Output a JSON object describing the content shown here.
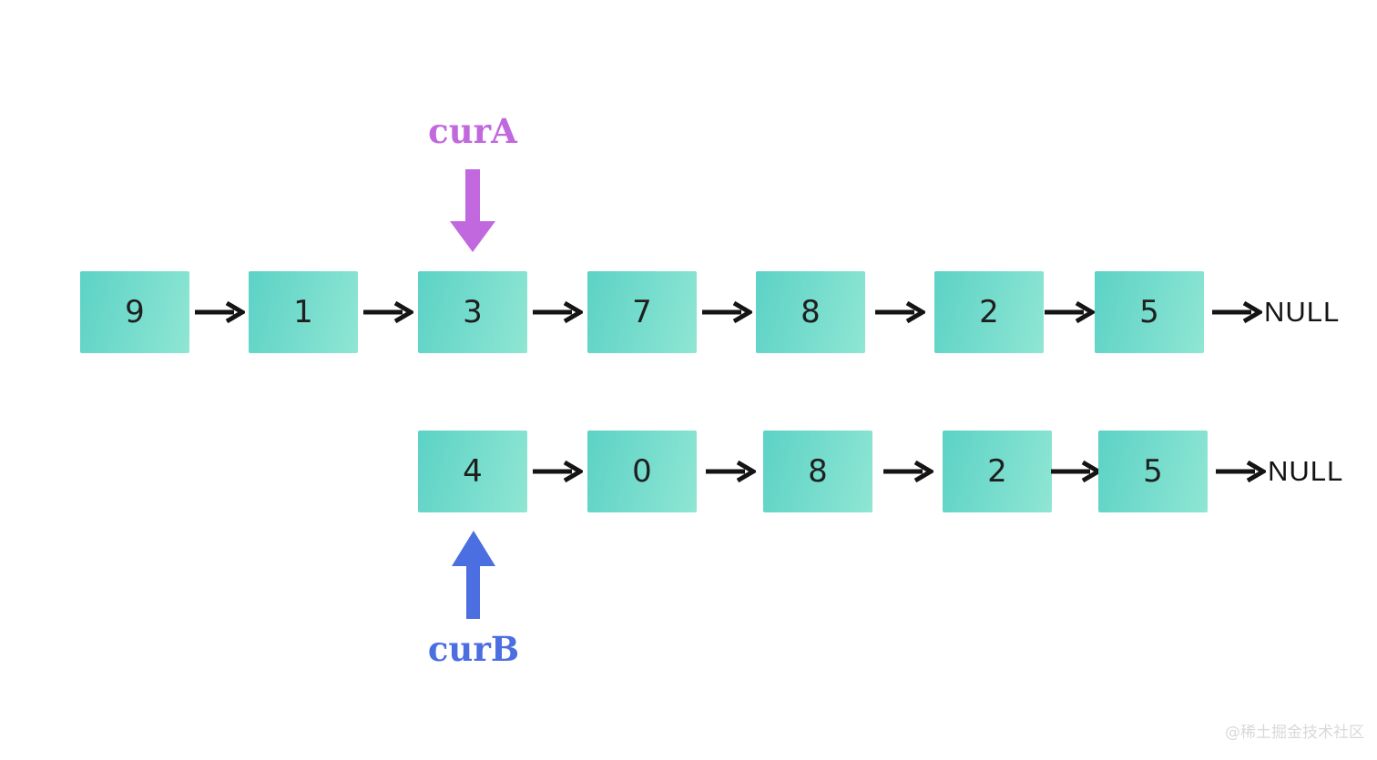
{
  "diagram": {
    "pointer_a": {
      "label": "curA"
    },
    "pointer_b": {
      "label": "curB"
    },
    "list_a": {
      "nodes": [
        "9",
        "1",
        "3",
        "7",
        "8",
        "2",
        "5"
      ],
      "terminator": "NULL"
    },
    "list_b": {
      "nodes": [
        "4",
        "0",
        "8",
        "2",
        "5"
      ],
      "terminator": "NULL"
    }
  },
  "colors": {
    "node_gradient_start": "#5cd2c6",
    "node_gradient_end": "#8fe6d3",
    "arrow": "#141414",
    "pointer_a": "#c168de",
    "pointer_b": "#4b6ee1",
    "node_text": "#1f1f1f",
    "watermark": "#d9d9d9"
  },
  "watermark": "@稀土掘金技术社区"
}
